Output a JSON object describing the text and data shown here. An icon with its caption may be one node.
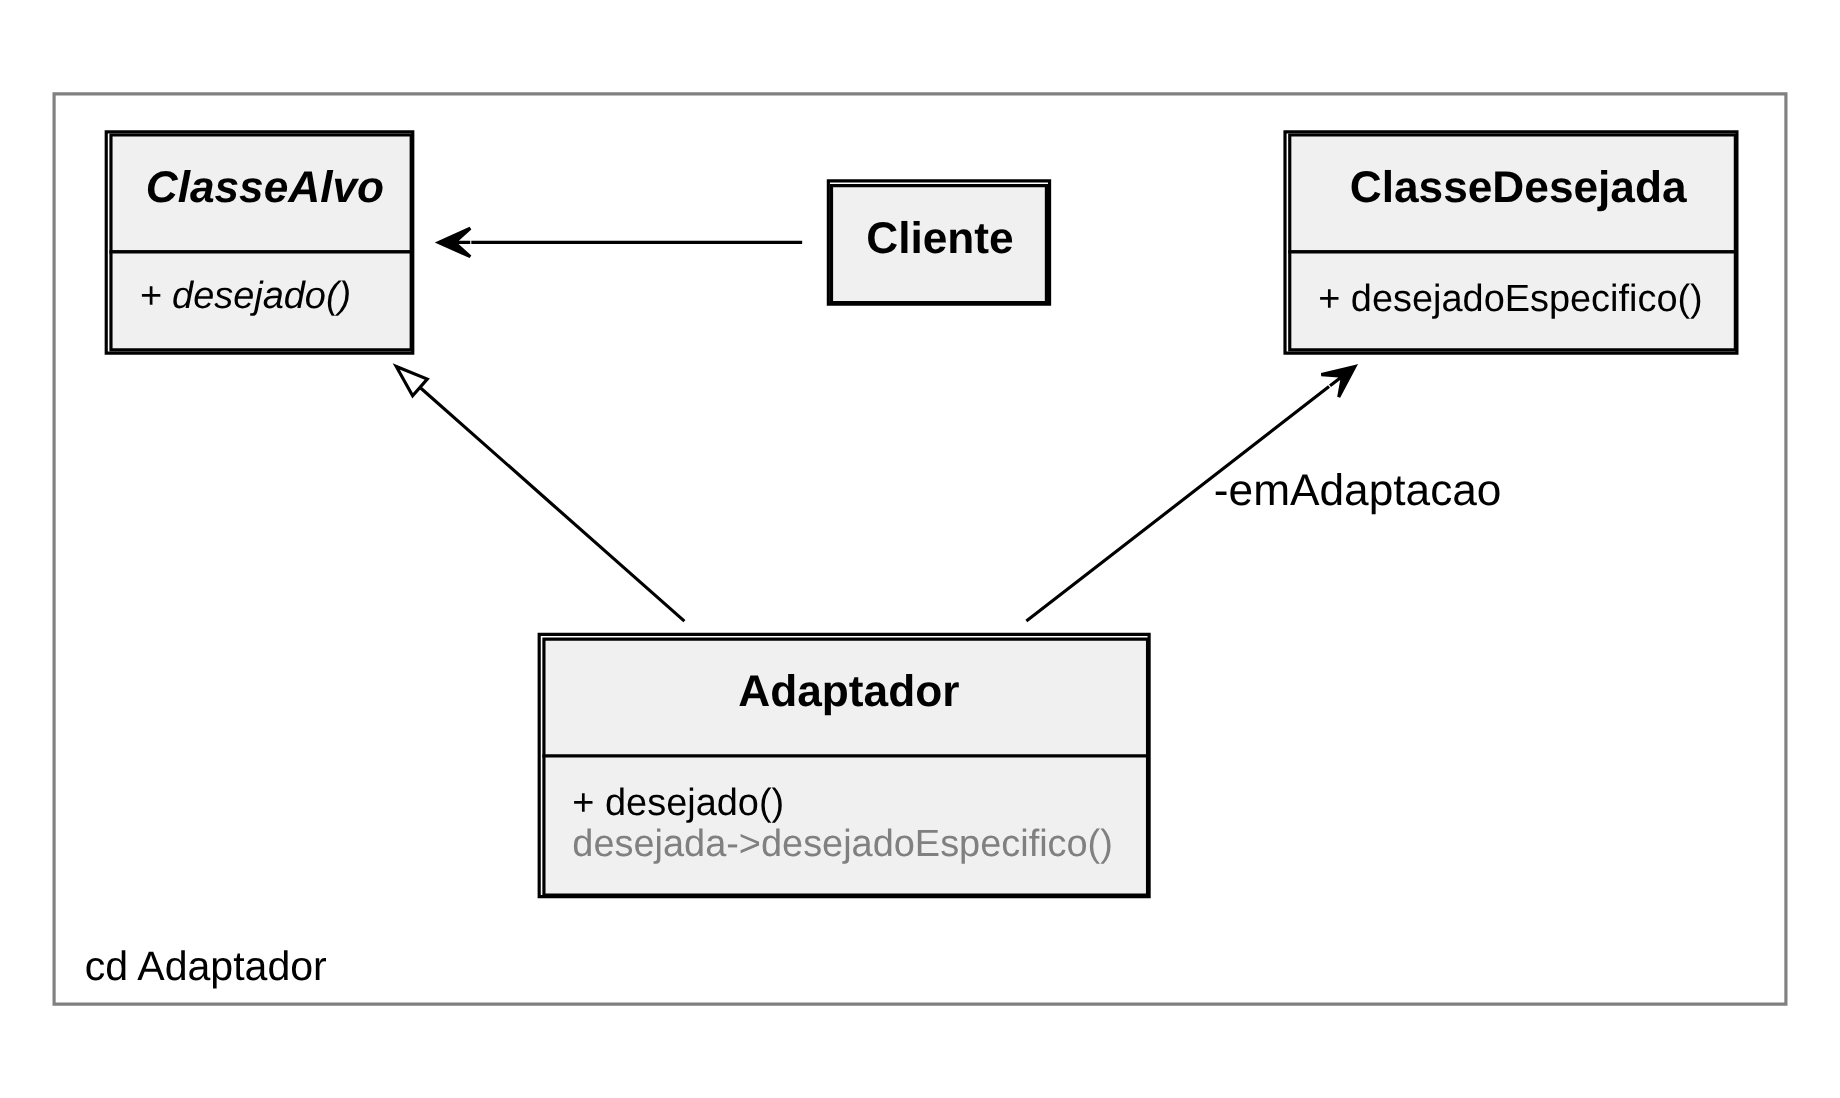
{
  "diagram": {
    "nodes": [
      {
        "text": [
          "cd Adaptador"
        ]
      },
      {
        "text": [
          "Cliente"
        ],
        "in": 0
      },
      {
        "text": [
          "ClasseAlvo",
          "+ desejado()"
        ],
        "in": 0
      },
      {
        "text": [
          "ClasseDesejada",
          "+ desejadoEspecifico()"
        ],
        "in": 0
      },
      {
        "text": [
          "Adaptador",
          "+ desejado()",
          "desejada->desejadoEspecifico()"
        ],
        "in": 0
      }
    ],
    "edges": [
      {
        "from": 1,
        "to": 2,
        "arrow": "to"
      },
      {
        "from": 4,
        "to": 2,
        "arrow": "to"
      },
      {
        "from": 4,
        "to": 3,
        "arrow": "to",
        "label": "-emAdaptacao"
      }
    ]
  }
}
